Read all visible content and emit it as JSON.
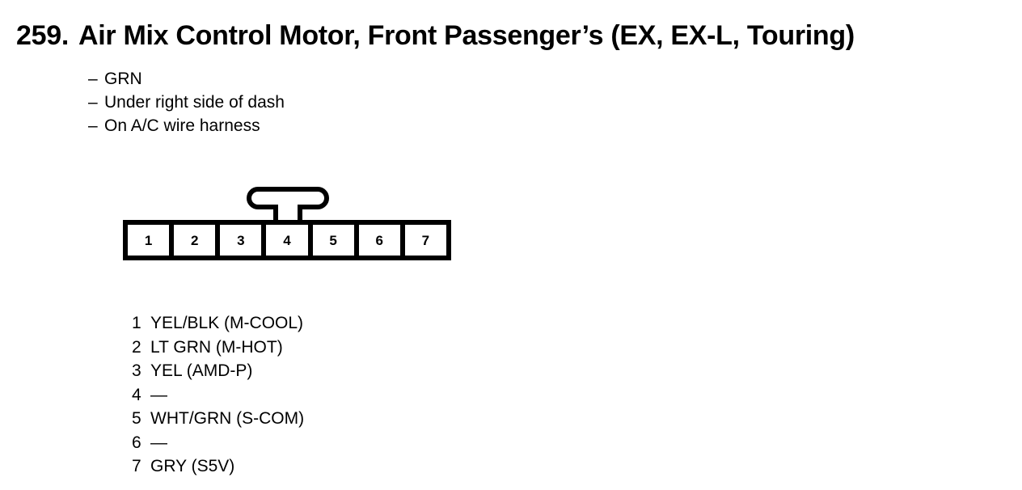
{
  "document": {
    "item_number": "259.",
    "title": "Air Mix Control Motor, Front Passenger’s (EX, EX-L, Touring)",
    "notes": [
      {
        "dash": "–",
        "text": "GRN"
      },
      {
        "dash": "–",
        "text": "Under right side of dash"
      },
      {
        "dash": "–",
        "text": "On A/C wire harness"
      }
    ]
  },
  "connector": {
    "cavity_count": 7,
    "cavities": [
      {
        "label": "1"
      },
      {
        "label": "2"
      },
      {
        "label": "3"
      },
      {
        "label": "4"
      },
      {
        "label": "5"
      },
      {
        "label": "6"
      },
      {
        "label": "7"
      }
    ],
    "latch_position": "top-center-above-cavity-4",
    "line_color": "#000000",
    "fill_color": "#ffffff"
  },
  "pin_legend": [
    {
      "pin": "1",
      "desc": "YEL/BLK (M-COOL)"
    },
    {
      "pin": "2",
      "desc": "LT GRN (M-HOT)"
    },
    {
      "pin": "3",
      "desc": "YEL (AMD-P)"
    },
    {
      "pin": "4",
      "desc": "—"
    },
    {
      "pin": "5",
      "desc": "WHT/GRN (S-COM)"
    },
    {
      "pin": "6",
      "desc": "—"
    },
    {
      "pin": "7",
      "desc": "GRY (S5V)"
    }
  ]
}
